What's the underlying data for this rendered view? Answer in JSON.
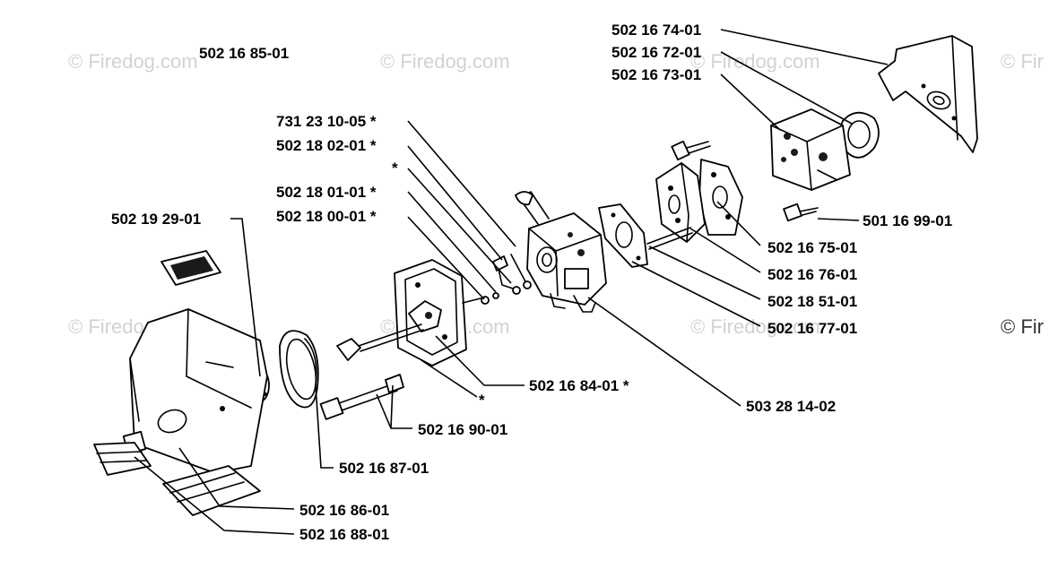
{
  "watermarks": [
    "© Firedog.com",
    "© Firedog.com",
    "© Firedog.com",
    "© Fir",
    "© Firedog.com",
    "© Firedog.com",
    "© Firedog.com",
    "© Fir"
  ],
  "assembly_label": "502 16 85-01",
  "part_labels": {
    "p_502167401": "502 16 74-01",
    "p_502167201": "502 16 72-01",
    "p_502167301": "502 16 73-01",
    "p_731231005": "731 23 10-05  *",
    "p_502180201": "502 18 02-01  *",
    "p_star_only_1": "*",
    "p_502180101": "502 18 01-01  *",
    "p_502180001": "502 18 00-01  *",
    "p_502192901": "502 19 29-01",
    "p_501169901": "501 16 99-01",
    "p_502167501": "502 16 75-01",
    "p_502167601": "502 16 76-01",
    "p_502185101": "502 18 51-01",
    "p_502167701": "502 16 77-01",
    "p_502168401": "502 16 84-01  *",
    "p_star_only_2": "*",
    "p_503281402": "503 28 14-02",
    "p_502169001": "502 16 90-01",
    "p_502168701": "502 16 87-01",
    "p_502168601": "502 16 86-01",
    "p_502168801": "502 16 88-01"
  }
}
